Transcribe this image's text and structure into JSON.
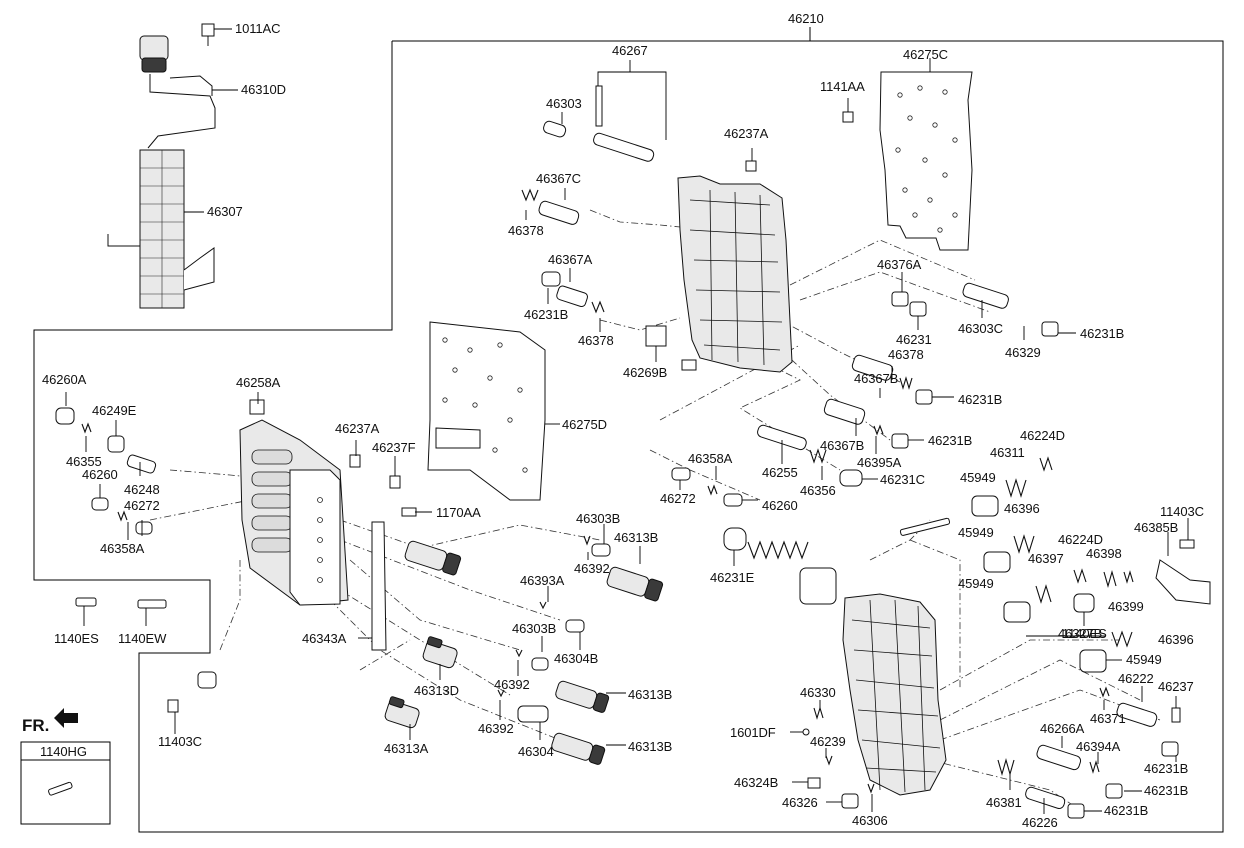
{
  "diagram": {
    "assembly_ref": "46210",
    "orientation_label": "FR.",
    "legend_box": {
      "label": "1140HG"
    },
    "part_labels": [
      "1011AC",
      "46310D",
      "46307",
      "46267",
      "46303",
      "46237A",
      "46367C",
      "46378",
      "46367A",
      "46231B",
      "46269B",
      "1141AA",
      "46275C",
      "46376A",
      "46303C",
      "46329",
      "46231",
      "46260A",
      "46249E",
      "46355",
      "46248",
      "46260",
      "46272",
      "46358A",
      "46258A",
      "46275D",
      "46237F",
      "1170AA",
      "46367B",
      "46395A",
      "46224D",
      "46311",
      "46255",
      "46356",
      "46231C",
      "46358A",
      "46260",
      "45949",
      "46396",
      "46397",
      "46398",
      "46399",
      "11403C",
      "46385B",
      "46303B",
      "46313B",
      "46392",
      "46393A",
      "46304B",
      "46313D",
      "46313A",
      "46304",
      "46343A",
      "1140ES",
      "1140EW",
      "11403C",
      "46231E",
      "46327B",
      "46330",
      "1601DF",
      "46239",
      "46324B",
      "46326",
      "46306",
      "46222",
      "46237",
      "46371",
      "46266A",
      "46394A",
      "46381",
      "46226"
    ]
  }
}
